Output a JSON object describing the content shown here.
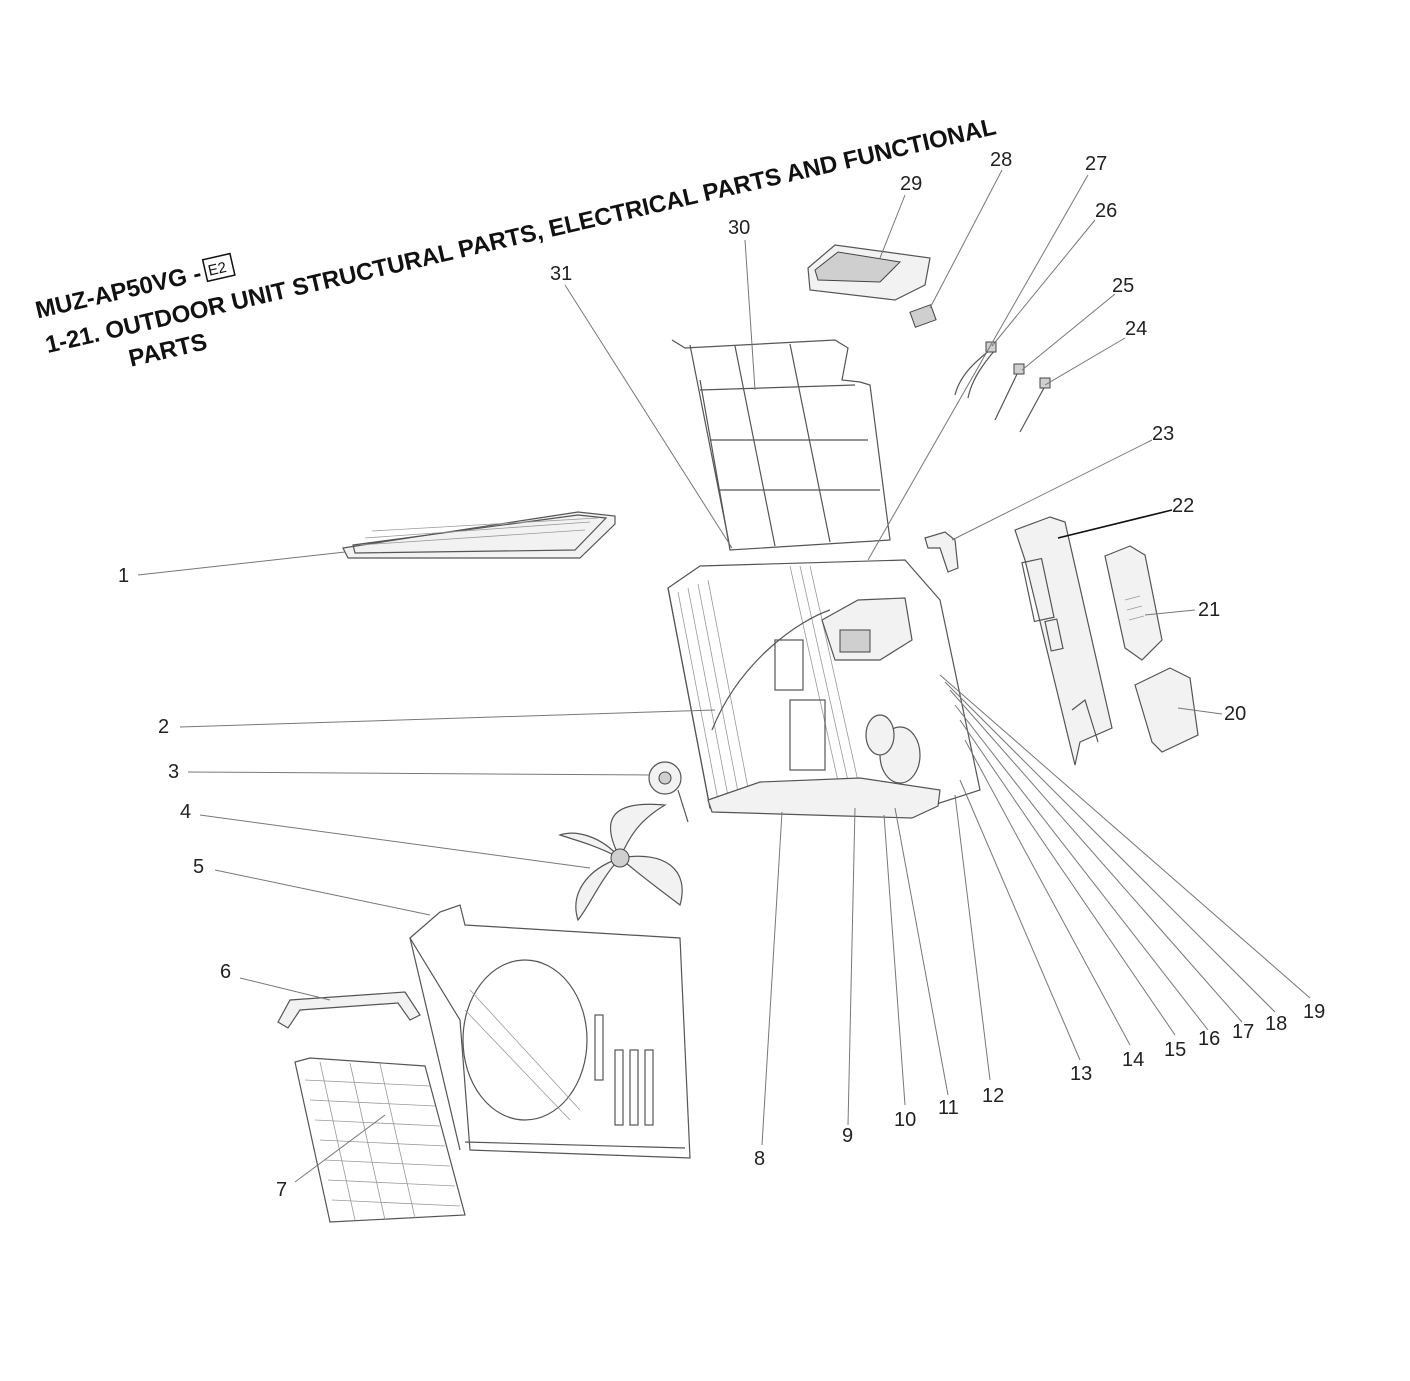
{
  "header": {
    "model": "MUZ-AP50VG -",
    "variant_badge": "E2",
    "title_line1": "1-21. OUTDOOR UNIT STRUCTURAL PARTS, ELECTRICAL PARTS AND FUNCTIONAL",
    "title_line2": "PARTS"
  },
  "callouts": [
    "1",
    "2",
    "3",
    "4",
    "5",
    "6",
    "7",
    "8",
    "9",
    "10",
    "11",
    "12",
    "13",
    "14",
    "15",
    "16",
    "17",
    "18",
    "19",
    "20",
    "21",
    "22",
    "23",
    "24",
    "25",
    "26",
    "27",
    "28",
    "29",
    "30",
    "31"
  ]
}
